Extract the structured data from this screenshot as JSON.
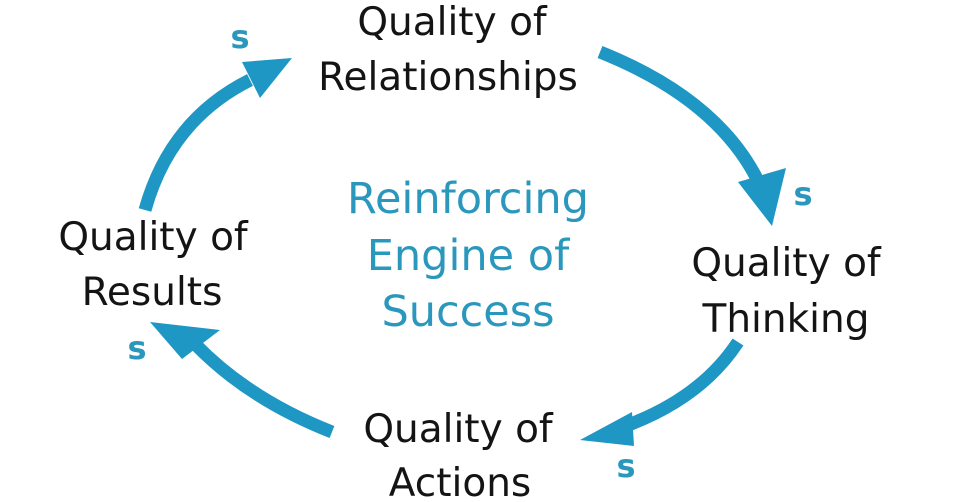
{
  "colors": {
    "arrow": "#1e97c4",
    "center_text": "#2a97bd",
    "node_text": "#141414"
  },
  "nodes": {
    "relationships": {
      "line1": "Quality of",
      "line2": "Relationships"
    },
    "thinking": {
      "line1": "Quality of",
      "line2": "Thinking"
    },
    "actions": {
      "line1": "Quality of",
      "line2": "Actions"
    },
    "results": {
      "line1": "Quality of",
      "line2": "Results"
    }
  },
  "center": {
    "line1": "Reinforcing",
    "line2": "Engine of",
    "line3": "Success"
  },
  "links": [
    {
      "from": "relationships",
      "to": "thinking",
      "polarity": "s"
    },
    {
      "from": "thinking",
      "to": "actions",
      "polarity": "s"
    },
    {
      "from": "actions",
      "to": "results",
      "polarity": "s"
    },
    {
      "from": "results",
      "to": "relationships",
      "polarity": "s"
    }
  ]
}
